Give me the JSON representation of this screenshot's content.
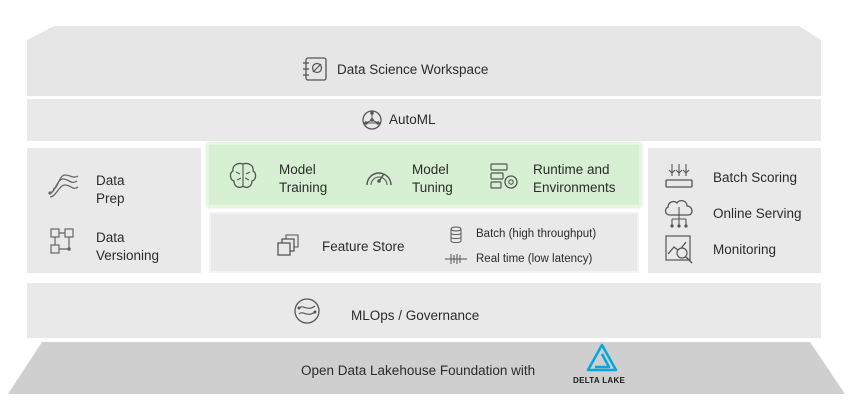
{
  "workspace": {
    "label": "Data Science Workspace",
    "icon": "notebook-icon"
  },
  "automl": {
    "label": "AutoML",
    "icon": "neural-network-icon"
  },
  "left_panel": {
    "items": [
      {
        "line1": "Data",
        "line2": "Prep",
        "icon": "data-prep-icon"
      },
      {
        "line1": "Data",
        "line2": "Versioning",
        "icon": "data-versioning-icon"
      }
    ]
  },
  "model_panel": {
    "color": "#d7f0d3",
    "items": [
      {
        "line1": "Model",
        "line2": "Training",
        "icon": "brain-icon"
      },
      {
        "line1": "Model",
        "line2": "Tuning",
        "icon": "gauge-icon"
      },
      {
        "line1": "Runtime and",
        "line2": "Environments",
        "icon": "runtime-gears-icon"
      }
    ]
  },
  "feature_store": {
    "label": "Feature Store",
    "icon": "stacked-squares-icon",
    "modes": [
      {
        "label": "Batch (high throughput)",
        "icon": "database-icon"
      },
      {
        "label": "Real time (low latency)",
        "icon": "stream-icon"
      }
    ]
  },
  "right_panel": {
    "items": [
      {
        "label": "Batch Scoring",
        "icon": "batch-scoring-icon"
      },
      {
        "label": "Online Serving",
        "icon": "cloud-serving-icon"
      },
      {
        "label": "Monitoring",
        "icon": "monitoring-icon"
      }
    ]
  },
  "mlops": {
    "label": "MLOps / Governance",
    "icon": "governance-icon"
  },
  "foundation": {
    "label": "Open Data Lakehouse Foundation with",
    "logo_text": "DELTA LAKE",
    "logo_color": "#00a8e1"
  }
}
